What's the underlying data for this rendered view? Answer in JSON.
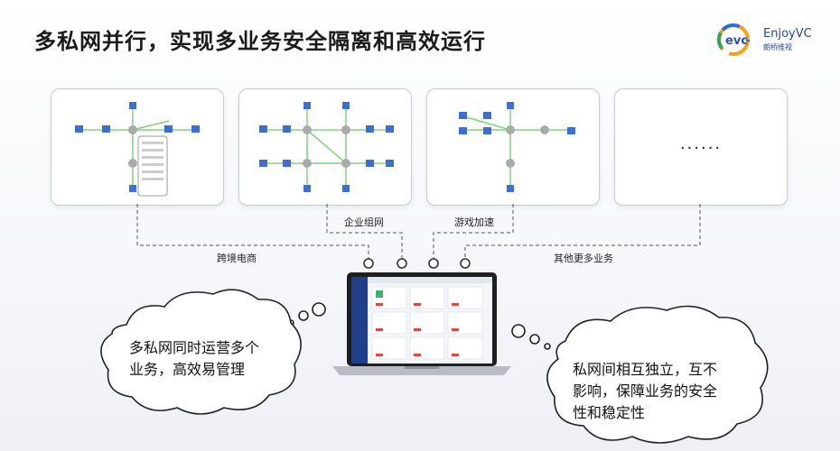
{
  "header": {
    "title": "多私网并行，实现多业务安全隔离和高效运行"
  },
  "logo": {
    "name": "EnjoyVC",
    "sub": "朗桥维视"
  },
  "panels": [
    {
      "name": "network-topology-panel-1"
    },
    {
      "name": "network-topology-panel-2"
    },
    {
      "name": "network-topology-panel-3"
    },
    {
      "name": "more-panel",
      "text": "......"
    }
  ],
  "labels": {
    "cross_border": "跨境电商",
    "enterprise": "企业组网",
    "gaming": "游戏加速",
    "other": "其他更多业务"
  },
  "clouds": {
    "left": [
      "多私网同时运营多个",
      "业务，高效易管理"
    ],
    "right": [
      "私网间相互独立，互不",
      "影响，保障业务的安全",
      "性和稳定性"
    ]
  },
  "colors": {
    "accent_blue": "#3a6fd8",
    "link_green": "#6fcf6f",
    "device_gray": "#9a9a9a"
  }
}
